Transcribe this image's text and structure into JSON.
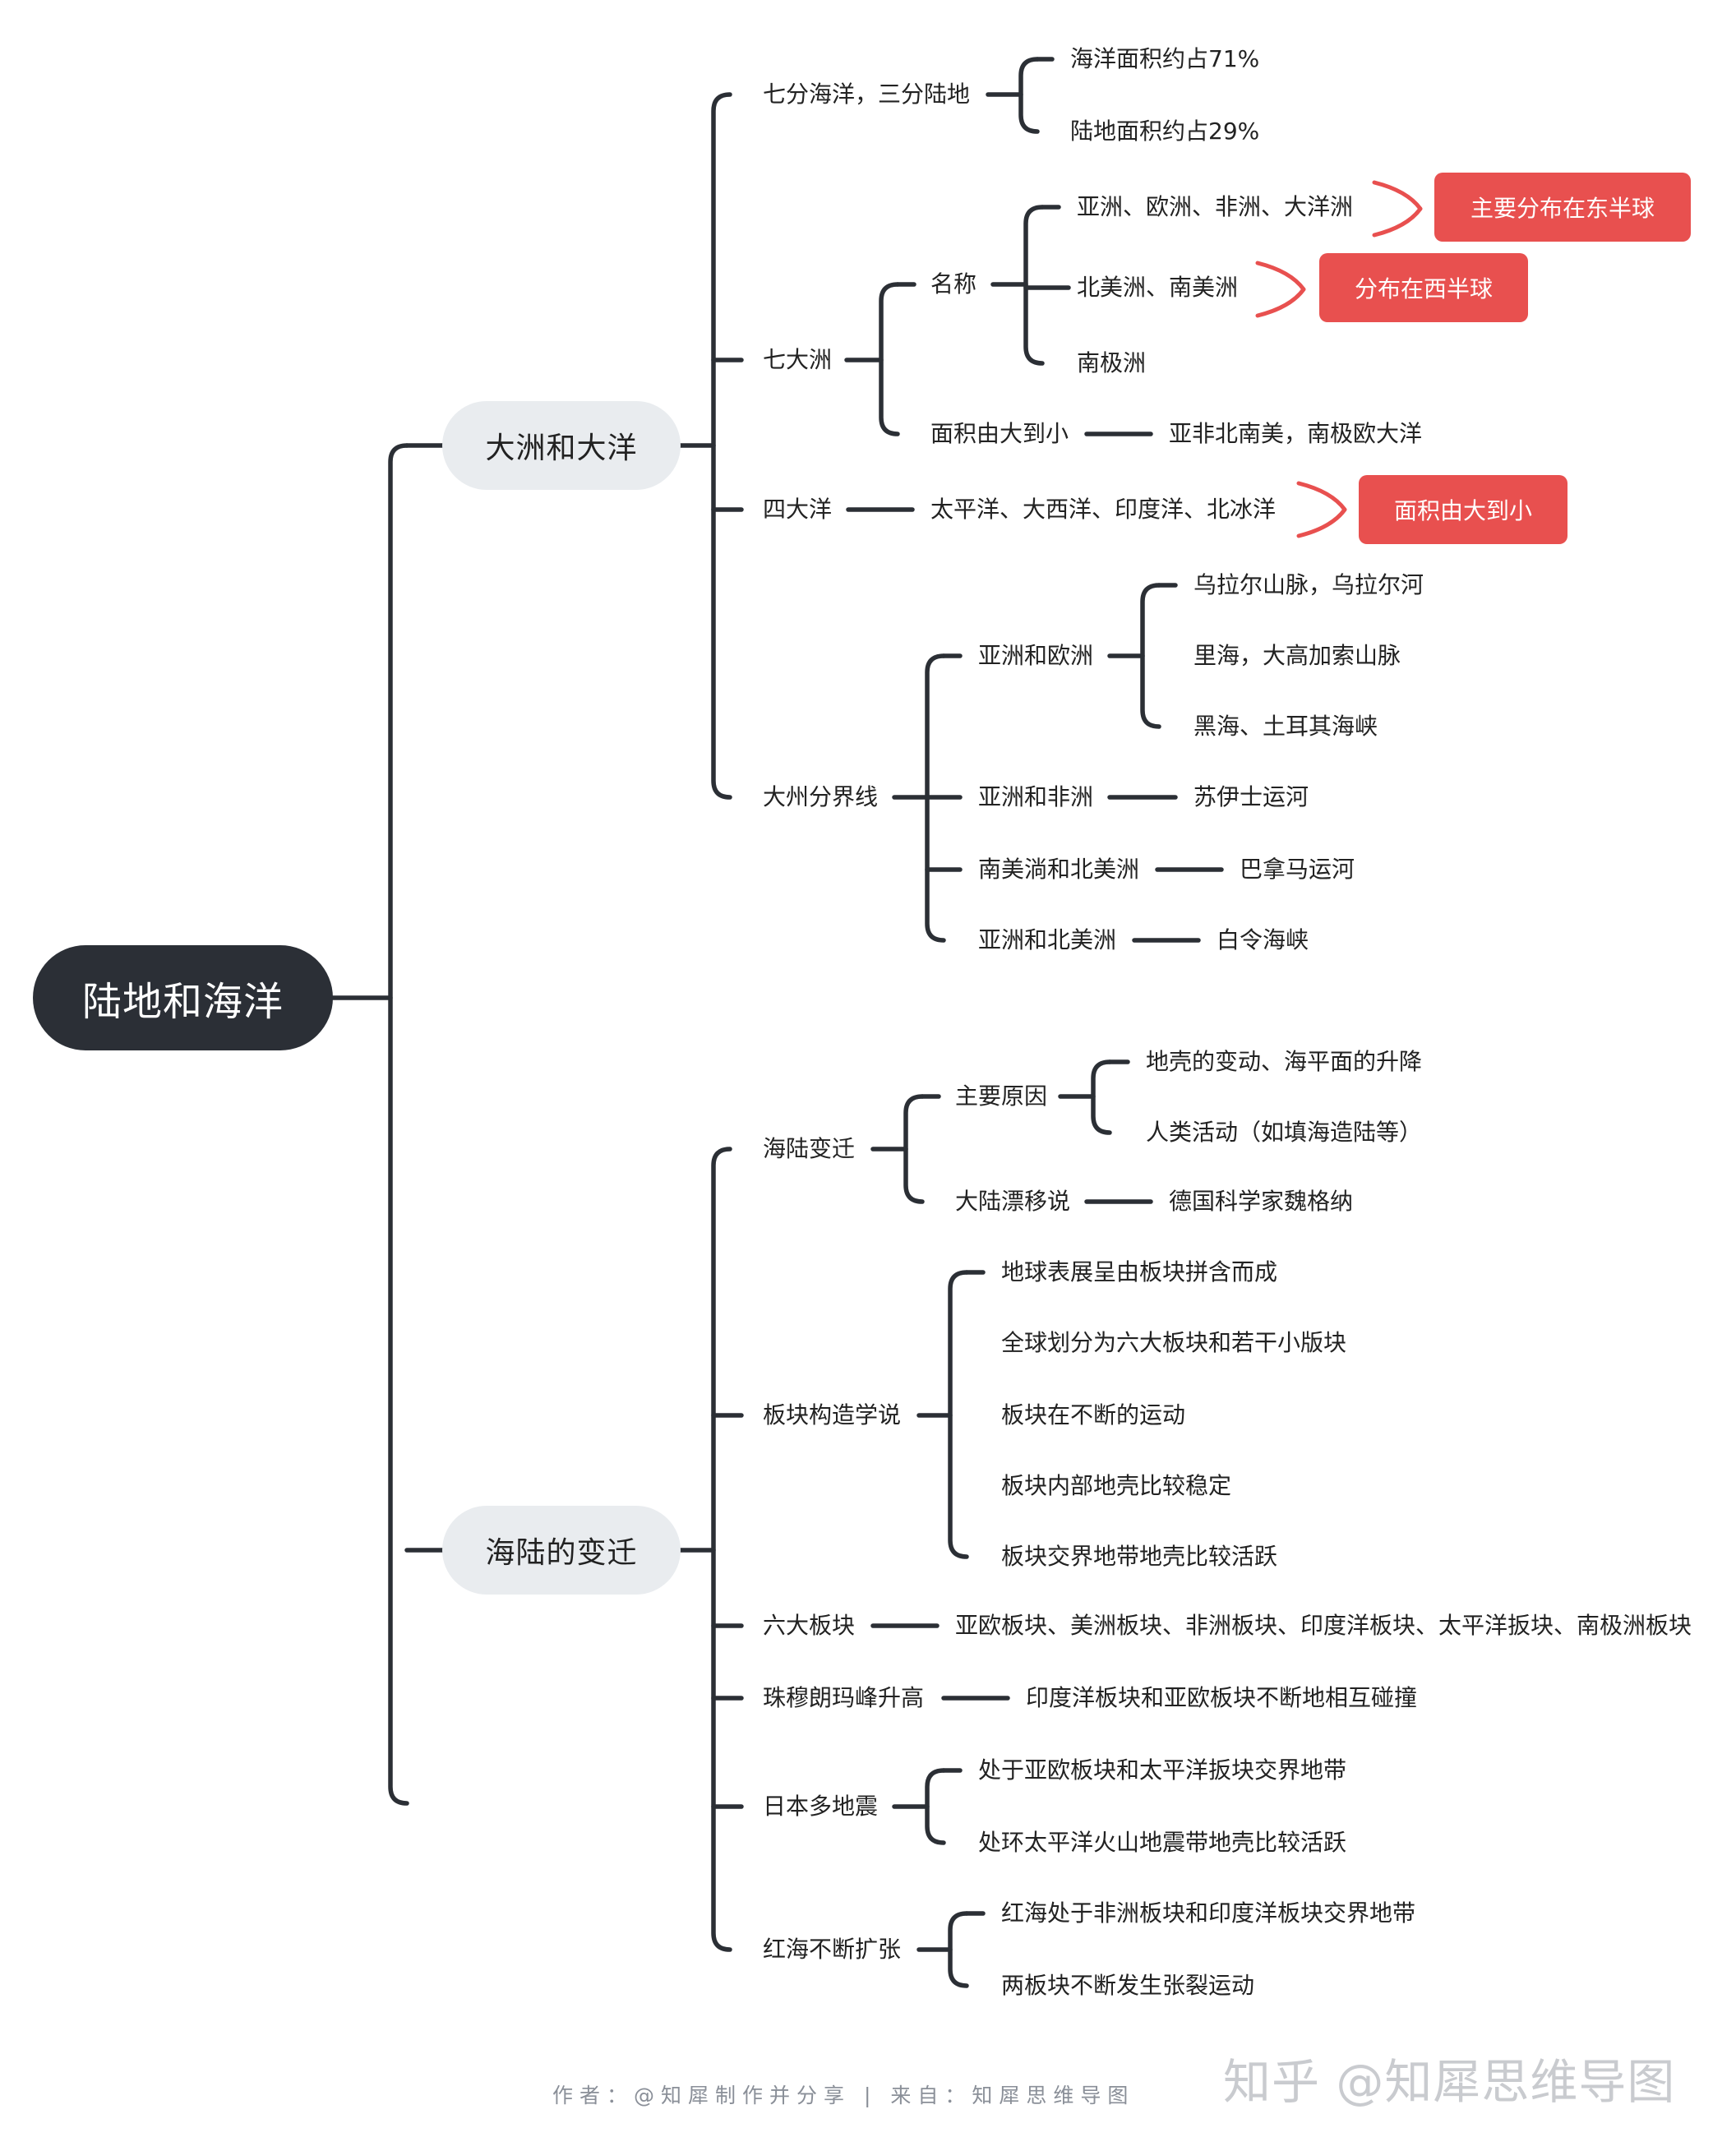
{
  "root": "陆地和海洋",
  "branch1": {
    "title": "大洲和大洋",
    "seven_three": {
      "label": "七分海洋，三分陆地",
      "ocean": "海洋面积约占71%",
      "land": "陆地面积约占29%"
    },
    "continents": {
      "label": "七大洲",
      "names": {
        "label": "名称",
        "east": "亚洲、欧洲、非洲、大洋洲",
        "east_tag": "主要分布在东半球",
        "west": "北美洲、南美洲",
        "west_tag": "分布在西半球",
        "antarctica": "南极洲"
      },
      "area": {
        "label": "面积由大到小",
        "value": "亚非北南美，南极欧大洋"
      }
    },
    "oceans": {
      "label": "四大洋",
      "value": "太平洋、大西洋、印度洋、北冰洋",
      "tag": "面积由大到小"
    },
    "boundaries": {
      "label": "大州分界线",
      "asia_europe": {
        "label": "亚洲和欧洲",
        "items": [
          "乌拉尔山脉，乌拉尔河",
          "里海，大高加索山脉",
          "黑海、土耳其海峡"
        ]
      },
      "asia_africa": {
        "label": "亚洲和非洲",
        "value": "苏伊士运河"
      },
      "americas": {
        "label": "南美淌和北美洲",
        "value": "巴拿马运河"
      },
      "asia_na": {
        "label": "亚洲和北美洲",
        "value": "白令海峡"
      }
    }
  },
  "branch2": {
    "title": "海陆的变迁",
    "change": {
      "label": "海陆变迁",
      "causes": {
        "label": "主要原因",
        "items": [
          "地壳的变动、海平面的升降",
          "人类活动（如填海造陆等）"
        ]
      },
      "drift": {
        "label": "大陆漂移说",
        "value": "德国科学家魏格纳"
      }
    },
    "plates": {
      "label": "板块构造学说",
      "items": [
        "地球表展呈由板块拼含而成",
        "全球划分为六大板块和若干小版块",
        "板块在不断的运动",
        "板块内部地壳比较稳定",
        "板块交界地带地壳比较活跃"
      ]
    },
    "six": {
      "label": "六大板块",
      "value": "亚欧板块、美洲板块、非洲板块、印度洋板块、太平洋扳块、南极洲板块"
    },
    "everest": {
      "label": "珠穆朗玛峰升高",
      "value": "印度洋板块和亚欧板块不断地相互碰撞"
    },
    "japan": {
      "label": "日本多地震",
      "items": [
        "处于亚欧板块和太平洋扳块交界地带",
        "处环太平洋火山地震带地壳比较活跃"
      ]
    },
    "redsea": {
      "label": "红海不断扩张",
      "items": [
        "红海处于非洲板块和印度洋板块交界地带",
        "两板块不断发生张裂运动"
      ]
    }
  },
  "footer": {
    "credit": "作者：@知犀制作并分享 | 来自：知犀思维导图",
    "brand": "知乎 @知犀思维导图"
  }
}
